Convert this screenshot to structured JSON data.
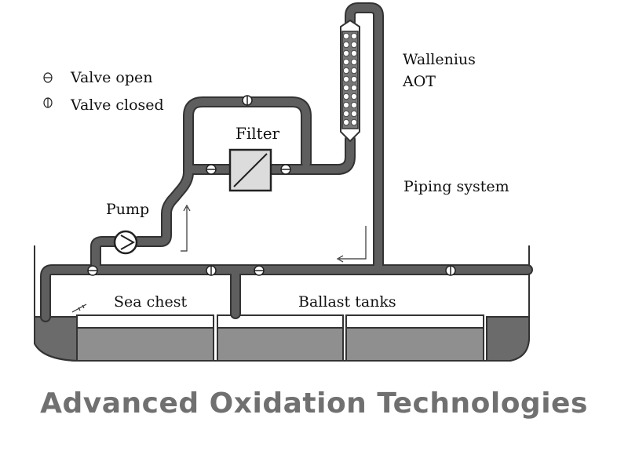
{
  "legend": {
    "open_label": "Valve open",
    "closed_label": "Valve closed"
  },
  "labels": {
    "filter": "Filter",
    "pump": "Pump",
    "aot_line1": "Wallenius",
    "aot_line2": "AOT",
    "piping": "Piping system",
    "sea_chest": "Sea chest",
    "ballast": "Ballast tanks"
  },
  "title": "Advanced Oxidation Technologies",
  "colors": {
    "pipe": "#5e5e5e",
    "pipe_edge": "#3a3a3a",
    "tank": "#8f8f8f",
    "hull": "#6b6b6b",
    "title": "#707070"
  }
}
